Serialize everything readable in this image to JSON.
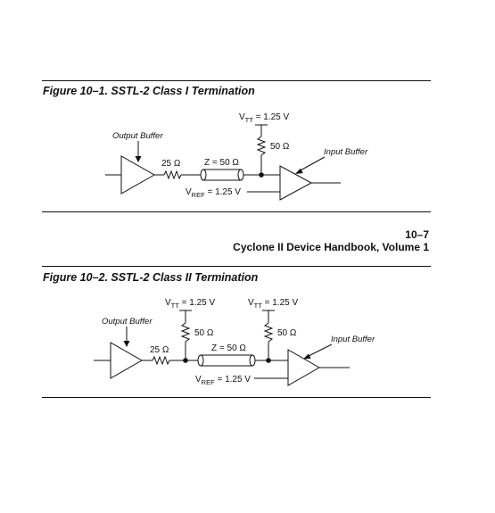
{
  "figure1": {
    "title": "Figure 10–1. SSTL-2 Class I Termination",
    "output_buffer_label": "Output Buffer",
    "input_buffer_label": "Input Buffer",
    "vtt_main": "V",
    "vtt_sub": "TT",
    "vtt_value": " = 1.25 V",
    "pullup_resistor": "50 Ω",
    "series_resistor": "25 Ω",
    "line_impedance": "Z = 50 Ω",
    "vref_main": "V",
    "vref_sub": "REF",
    "vref_value": " = 1.25 V"
  },
  "page_header": {
    "page_number": "10–7",
    "handbook_title": "Cyclone II Device Handbook, Volume 1"
  },
  "figure2": {
    "title": "Figure 10–2. SSTL-2 Class II Termination",
    "output_buffer_label": "Output Buffer",
    "input_buffer_label": "Input Buffer",
    "vtt1_main": "V",
    "vtt1_sub": "TT",
    "vtt1_value": " = 1.25 V",
    "vtt2_main": "V",
    "vtt2_sub": "TT",
    "vtt2_value": " = 1.25 V",
    "pullup1_resistor": "50 Ω",
    "pullup2_resistor": "50 Ω",
    "series_resistor": "25 Ω",
    "line_impedance": "Z = 50 Ω",
    "vref_main": "V",
    "vref_sub": "REF",
    "vref_value": " = 1.25 V"
  }
}
